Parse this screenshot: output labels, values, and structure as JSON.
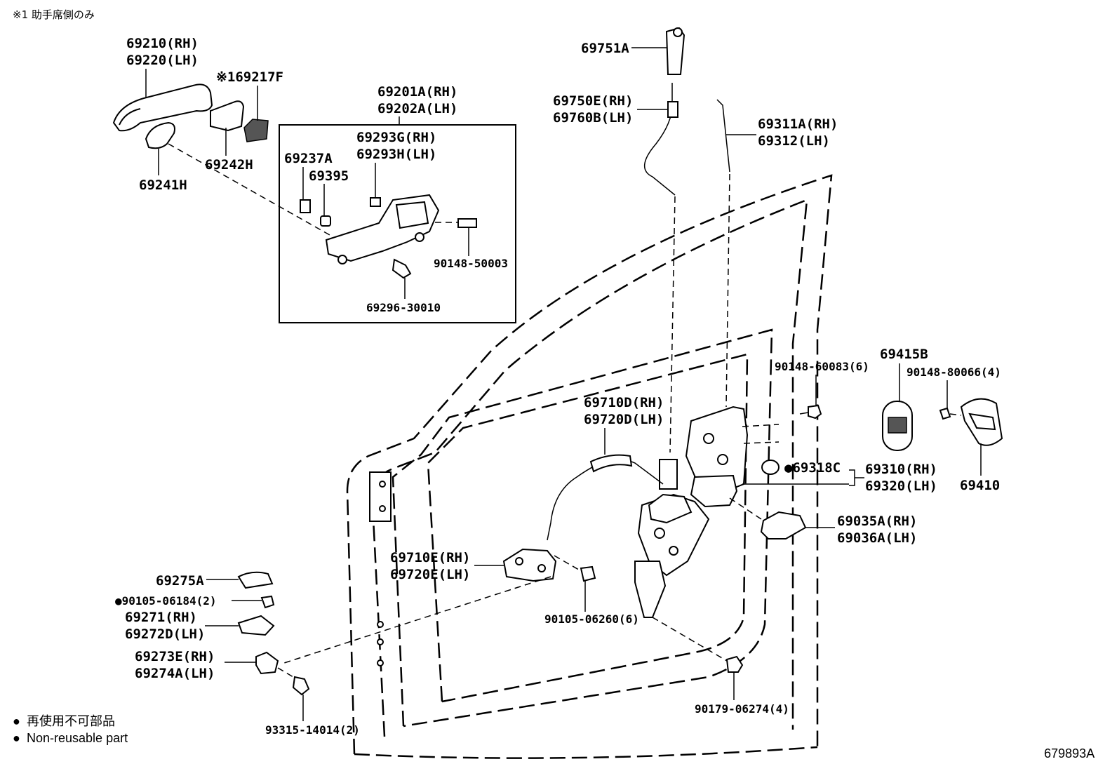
{
  "header_note": "※1 助手席側のみ",
  "drawing_id": "679893A",
  "legend": {
    "bullet": "●",
    "reusable_jp": "再使用不可部品",
    "reusable_en": "Non-reusable part"
  },
  "labels": {
    "p69210": "69210(RH)",
    "p69220": "69220(LH)",
    "p69217": "※169217F",
    "p69242": "69242H",
    "p69241": "69241H",
    "p69201": "69201A(RH)",
    "p69202": "69202A(LH)",
    "p69293g": "69293G(RH)",
    "p69293h": "69293H(LH)",
    "p69237": "69237A",
    "p69395": "69395",
    "p90148_50003": "90148-50003",
    "p69296": "69296-30010",
    "p69751": "69751A",
    "p69750": "69750E(RH)",
    "p69760": "69760B(LH)",
    "p69311": "69311A(RH)",
    "p69312": "69312(LH)",
    "p90148_60083": "90148-60083(6)",
    "p69415": "69415B",
    "p90148_80066": "90148-80066(4)",
    "p69410": "69410",
    "p69710d": "69710D(RH)",
    "p69720d": "69720D(LH)",
    "p69318": "●69318C",
    "p69310": "69310(RH)",
    "p69320": "69320(LH)",
    "p69035": "69035A(RH)",
    "p69036": "69036A(LH)",
    "p69710e": "69710E(RH)",
    "p69720e": "69720E(LH)",
    "p90105_06260": "90105-06260(6)",
    "p69275": "69275A",
    "p90105_06184": "●90105-06184(2)",
    "p69271": "69271(RH)",
    "p69272": "69272D(LH)",
    "p69273": "69273E(RH)",
    "p69274": "69274A(LH)",
    "p93315": "93315-14014(2)",
    "p90179": "90179-06274(4)"
  }
}
